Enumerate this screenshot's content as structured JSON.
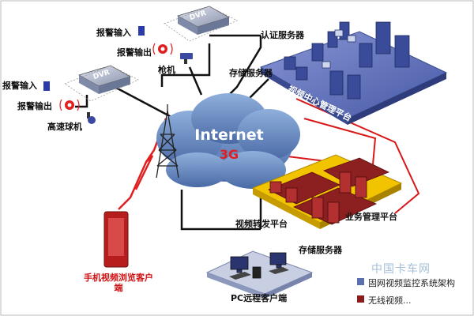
{
  "labels": {
    "alarm_in_top": "报警输入",
    "alarm_out_top": "报警输出",
    "dvr_top": "DVR",
    "gun_camera": "枪机",
    "alarm_in_left": "报警输入",
    "alarm_out_left": "报警输出",
    "dvr_left": "DVR",
    "dome_camera": "高速球机",
    "auth_server": "认证服务器",
    "storage_server_top": "存储服务器",
    "video_center": "视频中心管理平台",
    "internet": "Internet",
    "net_3g": "3G",
    "video_forward": "视频转发平台",
    "business_mgmt": "业务管理平台",
    "storage_server_bottom": "存储服务器",
    "mobile_client": "手机视频浏览客户端",
    "pc_client": "PC远程客户端"
  },
  "legend": {
    "items": [
      {
        "label": "固网视频监控系统架构",
        "color": "#5b6fb0"
      },
      {
        "label": "无线视频...",
        "color": "#8a1c1c"
      }
    ]
  },
  "watermark": "中国卡车网",
  "colors": {
    "line_black": "#111111",
    "line_red": "#d81818",
    "platform_blue": "#5668b8",
    "platform_yellow": "#f2c400",
    "platform_red": "#8c1f1f",
    "cloud": "#5d7fb6"
  }
}
